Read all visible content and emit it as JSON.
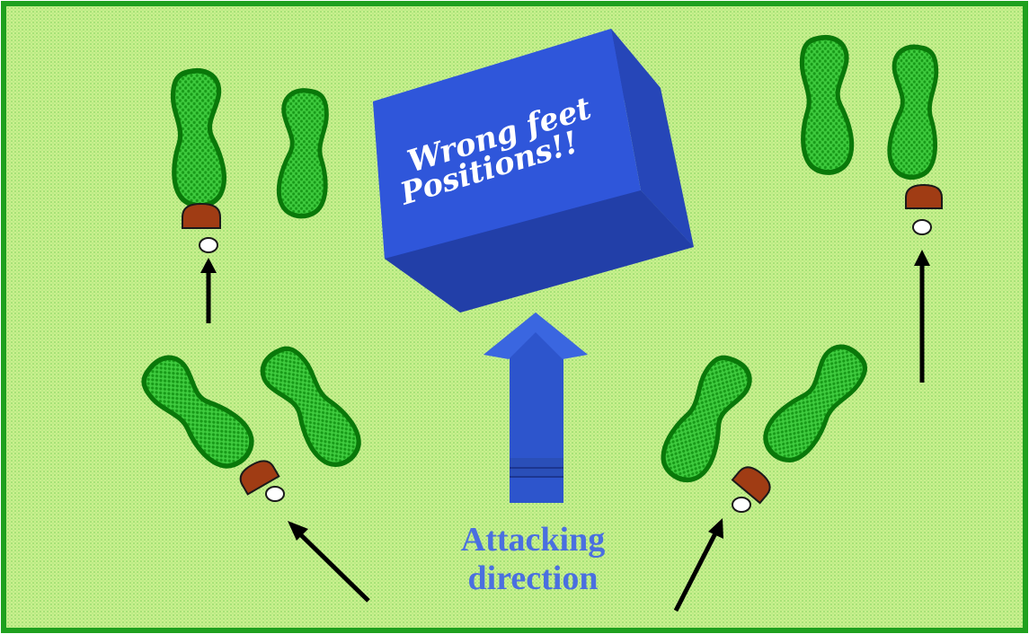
{
  "box": {
    "line1": "Wrong feet",
    "line2": "Positions!!",
    "color": "#2a50d2"
  },
  "direction": {
    "line1": "Attacking",
    "line2": "direction",
    "color": "#4a6fe0"
  },
  "colors": {
    "field": "#c8f08c",
    "field_border": "#1ea01e",
    "foot_fill": "#3cc83c",
    "foot_outline": "#0a780a",
    "club_head": "#a03c14",
    "ball": "#ffffff",
    "movement_arrow": "#000000",
    "attack_arrow": "#2d55cc"
  }
}
